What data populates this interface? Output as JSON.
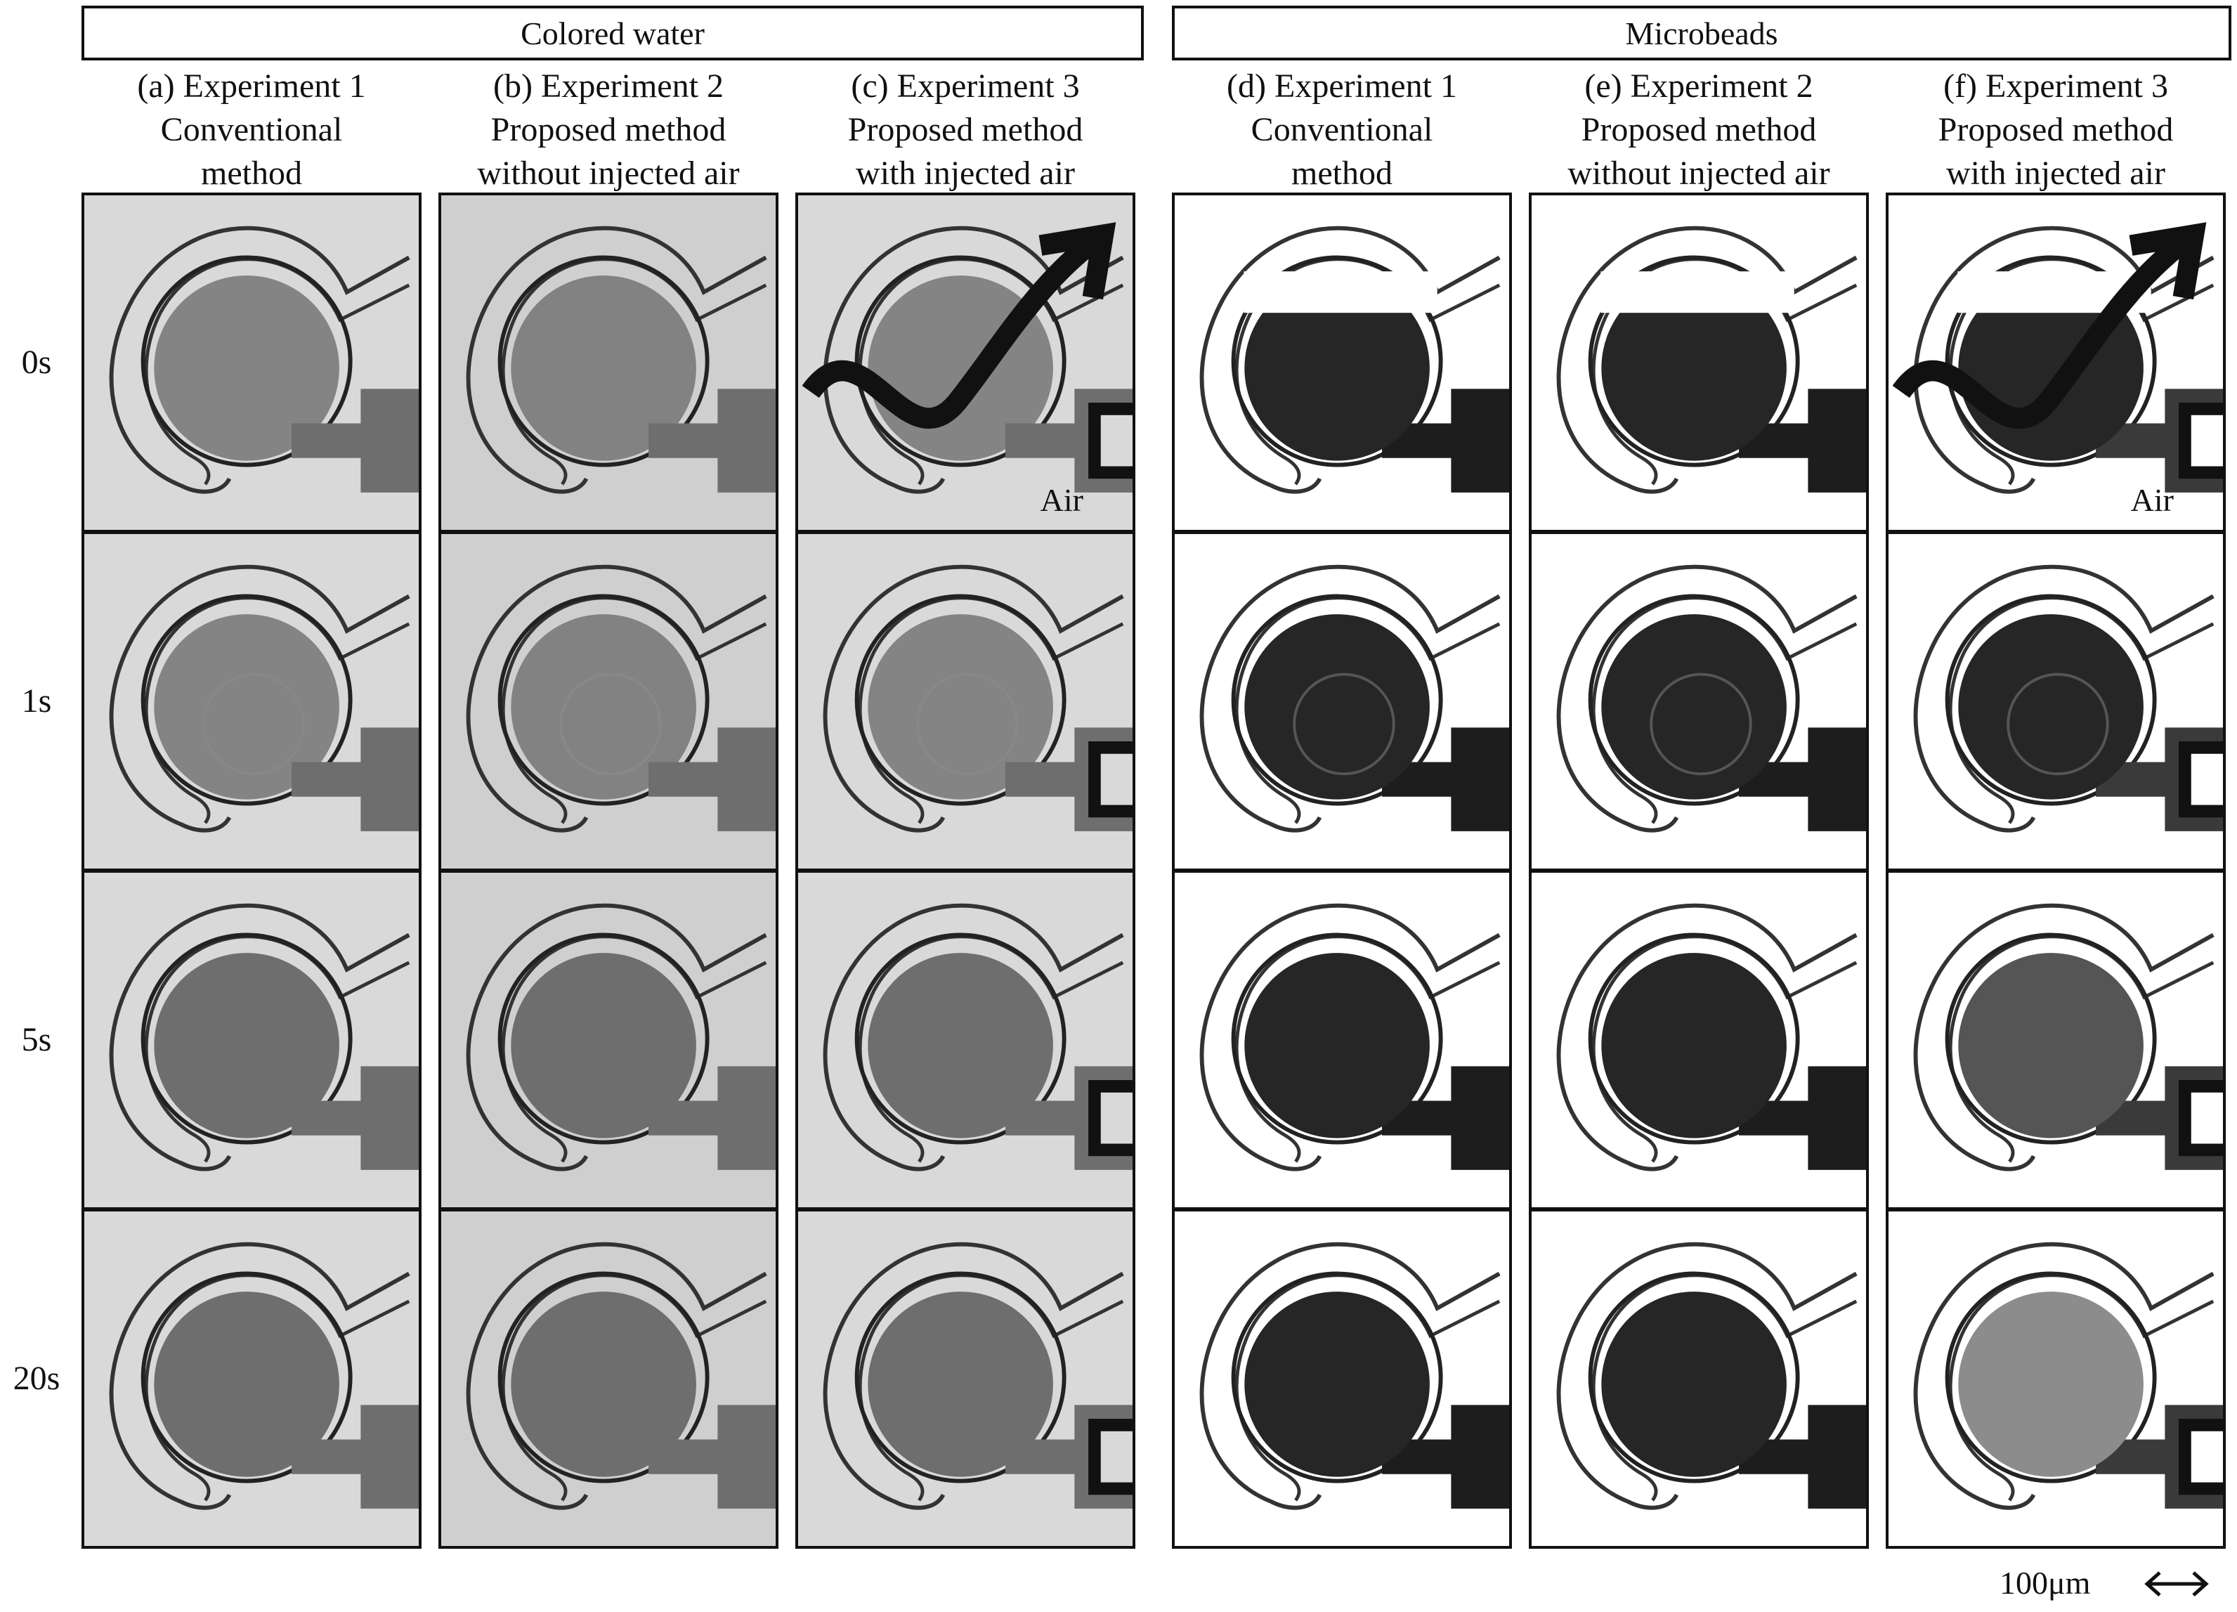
{
  "groups": [
    {
      "id": "colored",
      "label": "Colored water"
    },
    {
      "id": "beads",
      "label": "Microbeads"
    }
  ],
  "columns": [
    {
      "lines": [
        "(a) Experiment 1",
        "Conventional",
        "method"
      ],
      "group": "colored"
    },
    {
      "lines": [
        "(b) Experiment 2",
        "Proposed method",
        "without injected air"
      ],
      "group": "colored"
    },
    {
      "lines": [
        "(c) Experiment 3",
        "Proposed method",
        "with injected air"
      ],
      "group": "colored"
    },
    {
      "lines": [
        "(d) Experiment 1",
        "Conventional",
        "method"
      ],
      "group": "beads"
    },
    {
      "lines": [
        "(e) Experiment 2",
        "Proposed method",
        "without injected air"
      ],
      "group": "beads"
    },
    {
      "lines": [
        "(f) Experiment 3",
        "Proposed method",
        "with injected air"
      ],
      "group": "beads"
    }
  ],
  "rows": [
    {
      "label": "0s"
    },
    {
      "label": "1s"
    },
    {
      "label": "5s"
    },
    {
      "label": "20s"
    }
  ],
  "air_label": "Air",
  "scale_bar": {
    "label": "100μm"
  },
  "colors": {
    "frame": "#111111",
    "water_background": "#d9d9d9",
    "water_chamber": "#6e6e6e",
    "beads_background": "#ffffff",
    "beads_fill": "#262626"
  }
}
